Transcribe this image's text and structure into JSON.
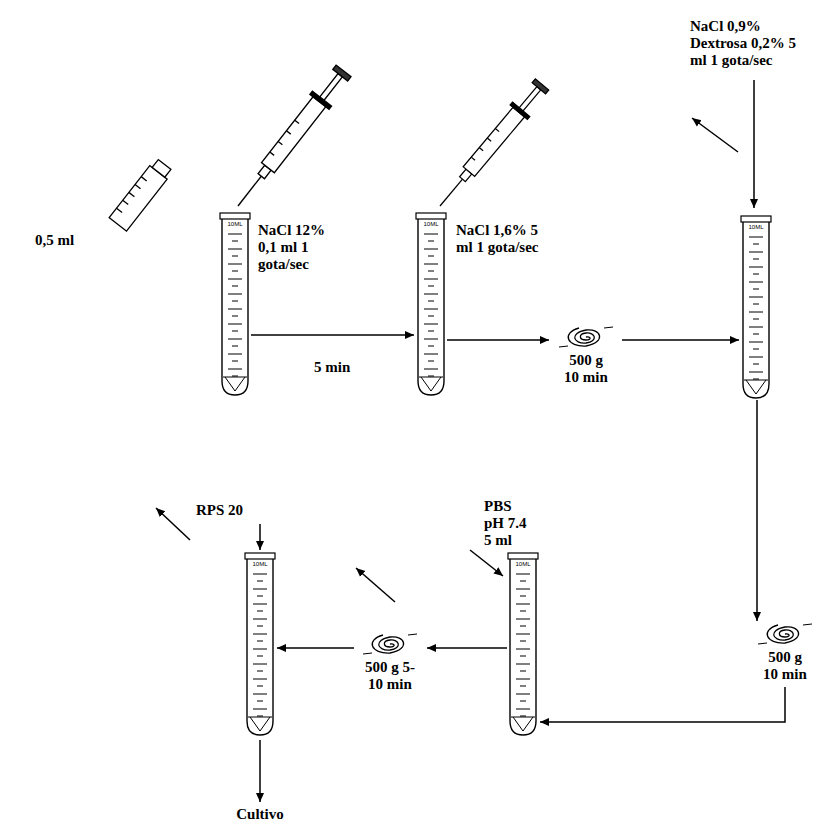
{
  "diagram": {
    "nodes": [
      {
        "text": [
          "10ML"
        ]
      },
      {
        "text": [
          "10ML"
        ]
      },
      {
        "text": [
          "500 g 10 min"
        ]
      },
      {
        "text": [
          "10ML"
        ]
      },
      {
        "text": [
          "500 g 10 min"
        ]
      },
      {
        "text": [
          "10ML"
        ]
      },
      {
        "text": [
          "500 g 5-10 min"
        ]
      },
      {
        "text": [
          "10ML"
        ]
      }
    ],
    "edges": [
      {
        "from": 0,
        "to": 1,
        "arrow": "to",
        "label": "5 min"
      },
      {
        "from": 1,
        "to": 2,
        "arrow": "to"
      },
      {
        "from": 2,
        "to": 3,
        "arrow": "to"
      },
      {
        "from": 3,
        "to": 4,
        "arrow": "to"
      },
      {
        "from": 4,
        "to": 5,
        "arrow": "to"
      },
      {
        "from": 5,
        "to": 6,
        "arrow": "to"
      },
      {
        "from": 6,
        "to": 7,
        "arrow": "to"
      }
    ],
    "labels": [
      "0,5 ml",
      "NaCl 12% 0,1 ml 1 gota/sec",
      "NaCl 1,6% 5 ml 1 gota/sec",
      "NaCl 0,9% Dextrosa 0,2% 5 ml 1 gota/sec",
      "PBS pH 7.4 5 ml",
      "RPS 20",
      "Cultivo"
    ]
  }
}
